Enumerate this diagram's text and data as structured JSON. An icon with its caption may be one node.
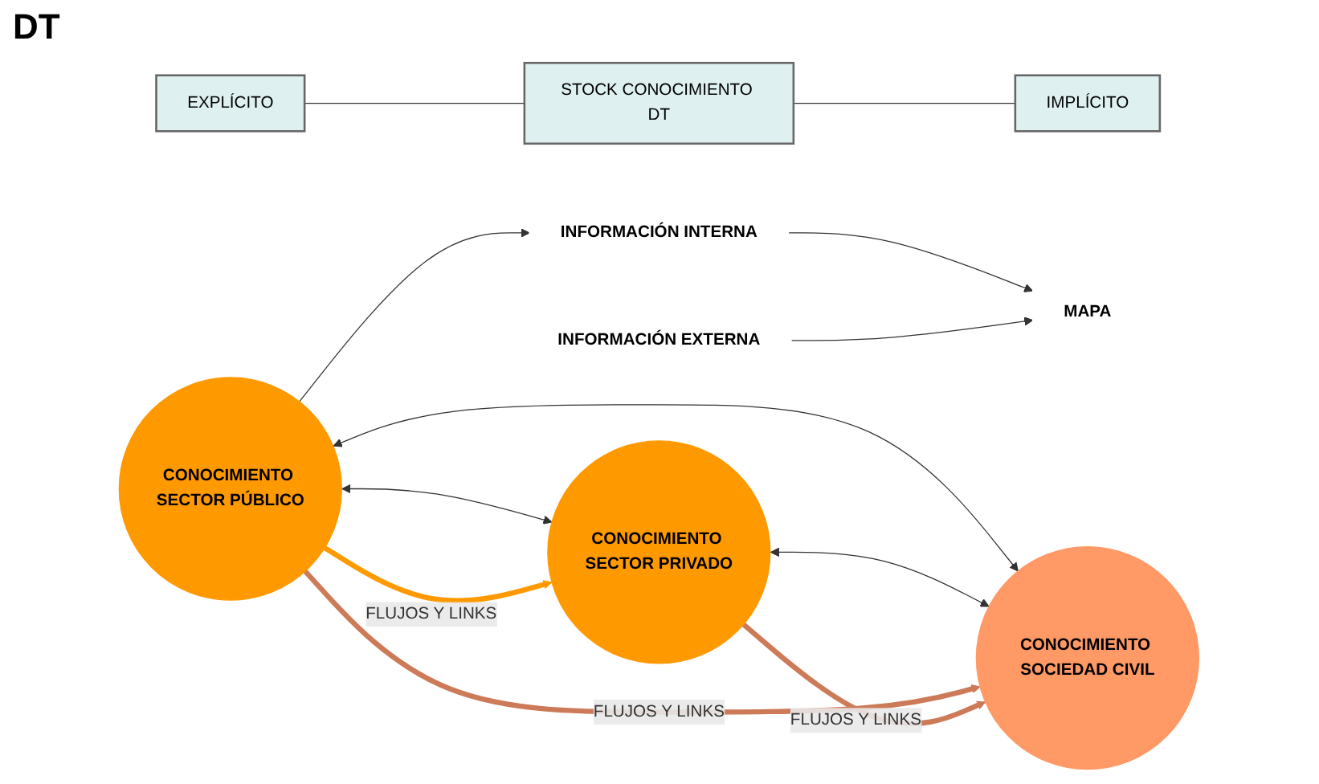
{
  "diagram": {
    "nodes": [
      {
        "text": [
          "EXPLÍCITO"
        ]
      },
      {
        "text": [
          "STOCK CONOCIMIENTO DT"
        ]
      },
      {
        "text": [
          "IMPLÍCITO"
        ]
      },
      {
        "text": [
          "MAPA"
        ]
      },
      {
        "text": [
          "INFORMACIÓN INTERNA"
        ]
      },
      {
        "text": [
          "INFORMACIÓN EXTERNA"
        ]
      },
      {
        "text": [
          "CONOCIMIENTO SECTOR PÚBLICO"
        ]
      },
      {
        "text": [
          "CONOCIMIENTO SECTOR PRIVADO"
        ]
      },
      {
        "text": [
          "CONOCIMIENTO SOCIEDAD CIVIL"
        ]
      }
    ],
    "edges": [
      {
        "from": 0,
        "to": 1,
        "arrow": "none"
      },
      {
        "from": 1,
        "to": 2,
        "arrow": "none"
      },
      {
        "from": 4,
        "to": 3,
        "arrow": "to"
      },
      {
        "from": 6,
        "to": 4,
        "arrow": "to"
      },
      {
        "from": 5,
        "to": 3,
        "arrow": "to"
      },
      {
        "from": 6,
        "to": 7,
        "arrow": "both"
      },
      {
        "from": 6,
        "to": 8,
        "arrow": "both"
      },
      {
        "from": 7,
        "to": 8,
        "arrow": "both"
      },
      {
        "from": 6,
        "to": 7,
        "arrow": "to",
        "label": "FLUJOS Y LINKS",
        "style": "thick",
        "color": "#ff9900"
      },
      {
        "from": 6,
        "to": 8,
        "arrow": "to",
        "label": "FLUJOS Y LINKS",
        "style": "thick",
        "color": "#cc7a57"
      },
      {
        "from": 7,
        "to": 8,
        "arrow": "to",
        "label": "FLUJOS Y LINKS",
        "style": "thick",
        "color": "#cc7a57"
      }
    ],
    "labels": [
      "DT"
    ]
  }
}
